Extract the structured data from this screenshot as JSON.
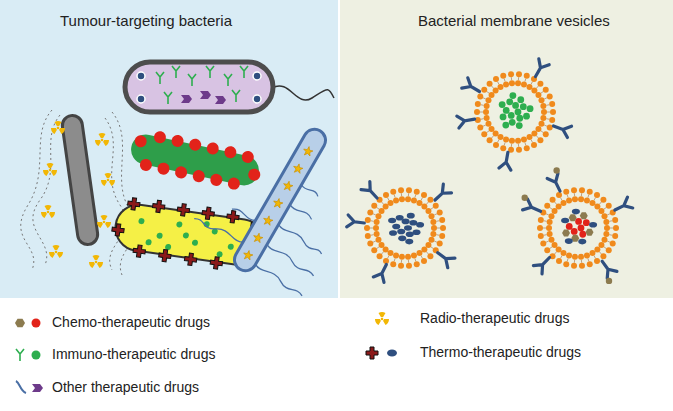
{
  "diagram": {
    "nodes": [
      {
        "text": [
          "Tumour-targeting bacteria"
        ]
      },
      {
        "text": [
          "Bacterial membrane vesicles"
        ]
      }
    ],
    "legend": [
      {
        "text": "Chemo-therapeutic drugs"
      },
      {
        "text": "Immuno-therapeutic drugs"
      },
      {
        "text": "Other therapeutic drugs"
      },
      {
        "text": "Radio-therapeutic drugs"
      },
      {
        "text": "Thermo-therapeutic drugs"
      }
    ]
  }
}
